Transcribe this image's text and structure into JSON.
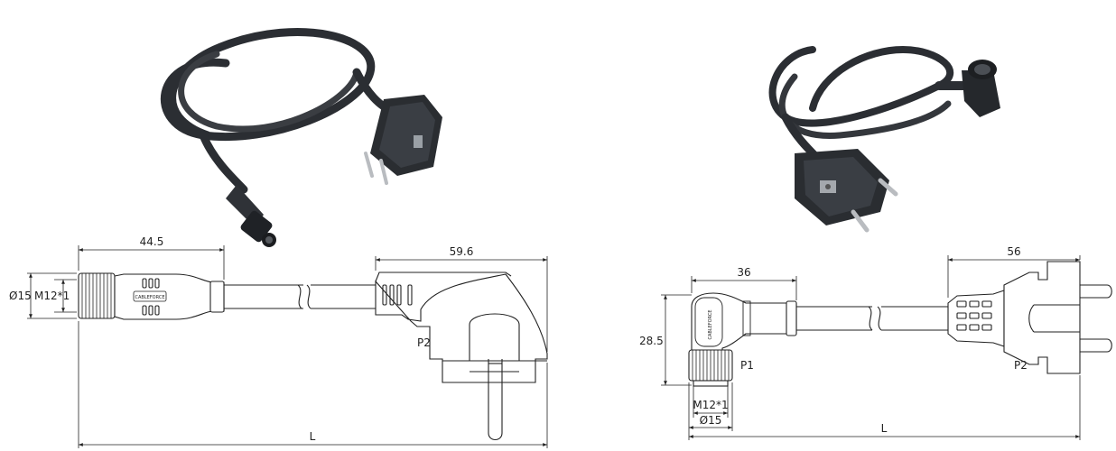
{
  "left": {
    "dims": {
      "connector_length": "44.5",
      "plug_width": "59.6",
      "outer_dia": "Ø15",
      "thread": "M12*1",
      "total_length": "L"
    },
    "labels": {
      "plug": "P2",
      "brand": "CABLEFORCE"
    }
  },
  "right": {
    "dims": {
      "connector_length": "36",
      "plug_width": "56",
      "height": "28.5",
      "thread": "M12*1",
      "outer_dia": "Ø15",
      "total_length": "L"
    },
    "labels": {
      "connector": "P1",
      "plug": "P2",
      "brand": "CABLEFORCE"
    }
  }
}
